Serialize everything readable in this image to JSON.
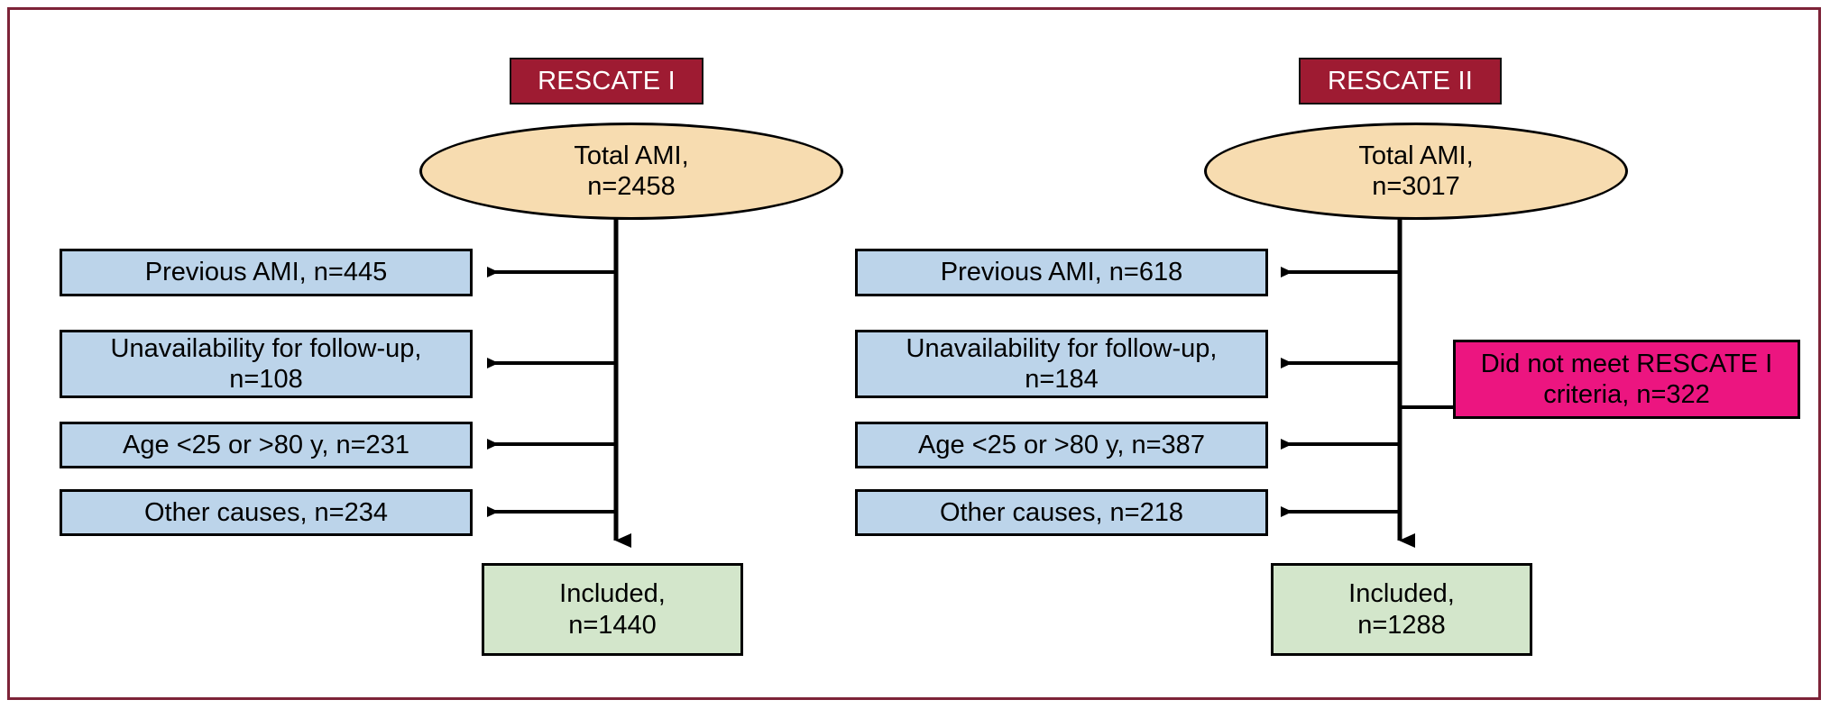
{
  "figure": {
    "border_color": "#7d2338",
    "background": "#ffffff"
  },
  "palette": {
    "title_fill": "#9e1b32",
    "title_text": "#ffffff",
    "ellipse_fill": "#f7dcb0",
    "exclusion_fill": "#bcd4ea",
    "included_fill": "#d3e6cb",
    "criteria_fill": "#ec1580",
    "stroke": "#000000"
  },
  "cohorts": [
    {
      "id": "rescate-1",
      "title": "RESCATE I",
      "total": {
        "label": "Total AMI,\nn=2458",
        "line1": "Total AMI,",
        "line2": "n=2458",
        "n": 2458
      },
      "exclusions": [
        {
          "label": "Previous AMI, n=445",
          "reason": "Previous AMI",
          "n": 445
        },
        {
          "label": "Unavailability for follow-up,\nn=108",
          "reason": "Unavailability for follow-up",
          "n": 108
        },
        {
          "label": "Age <25 or >80 y, n=231",
          "reason": "Age <25 or >80 y",
          "n": 231
        },
        {
          "label": "Other causes, n=234",
          "reason": "Other causes",
          "n": 234
        }
      ],
      "included": {
        "label": "Included,\nn=1440",
        "line1": "Included,",
        "line2": "n=1440",
        "n": 1440
      }
    },
    {
      "id": "rescate-2",
      "title": "RESCATE II",
      "total": {
        "label": "Total AMI,\nn=3017",
        "line1": "Total AMI,",
        "line2": "n=3017",
        "n": 3017
      },
      "exclusions": [
        {
          "label": "Previous AMI, n=618",
          "reason": "Previous AMI",
          "n": 618
        },
        {
          "label": "Unavailability for follow-up,\nn=184",
          "reason": "Unavailability for follow-up",
          "n": 184
        },
        {
          "label": "Age <25 or >80 y, n=387",
          "reason": "Age <25 or >80 y",
          "n": 387
        },
        {
          "label": "Other causes, n=218",
          "reason": "Other causes",
          "n": 218
        }
      ],
      "side_note": {
        "label": "Did not meet RESCATE I\ncriteria, n=322",
        "line1": "Did not meet RESCATE I",
        "line2": "criteria, n=322",
        "n": 322
      },
      "included": {
        "label": "Included,\nn=1288",
        "line1": "Included,",
        "line2": "n=1288",
        "n": 1288
      }
    }
  ]
}
